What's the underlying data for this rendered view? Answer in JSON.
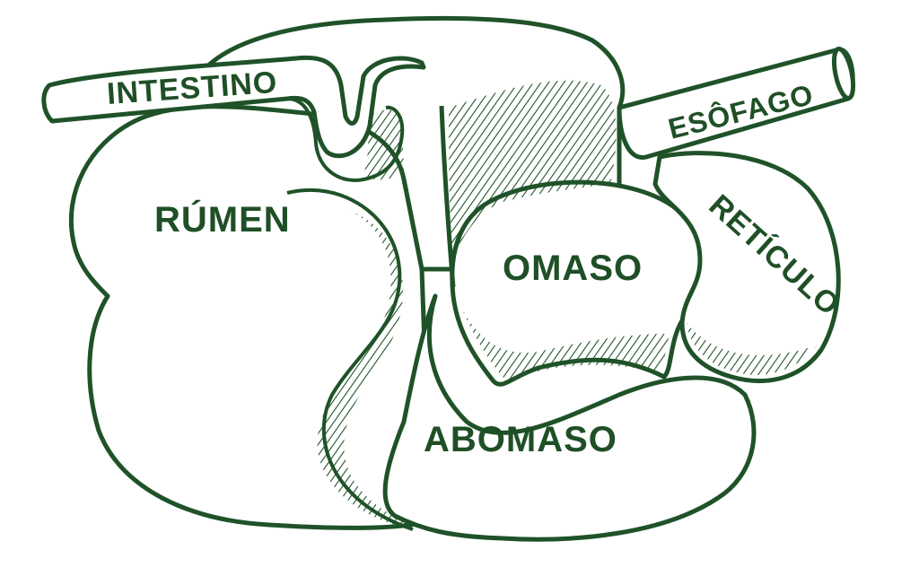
{
  "colors": {
    "ink": "#1f5228",
    "label": "#1f4f26",
    "background": "#ffffff"
  },
  "labels": {
    "intestino": "INTESTINO",
    "esofago": "ESÔFAGO",
    "rumen": "RÚMEN",
    "omaso": "OMASO",
    "reticulo": "RETÍCULO",
    "abomaso": "ABOMASO"
  }
}
